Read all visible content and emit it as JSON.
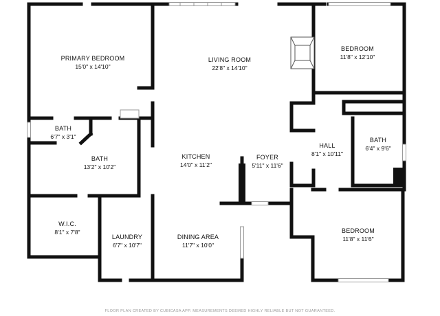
{
  "rooms": {
    "primary_bedroom": {
      "name": "PRIMARY BEDROOM",
      "dims": "15'0\" x 14'10\""
    },
    "living_room": {
      "name": "LIVING ROOM",
      "dims": "22'8\" x 14'10\""
    },
    "bedroom_1": {
      "name": "BEDROOM",
      "dims": "11'8\" x 12'10\""
    },
    "bath_small": {
      "name": "BATH",
      "dims": "6'7\" x 3'1\""
    },
    "bath_primary": {
      "name": "BATH",
      "dims": "13'2\" x 10'2\""
    },
    "kitchen": {
      "name": "KITCHEN",
      "dims": "14'0\" x 11'2\""
    },
    "foyer": {
      "name": "FOYER",
      "dims": "5'11\" x 11'6\""
    },
    "hall": {
      "name": "HALL",
      "dims": "8'1\" x 10'11\""
    },
    "bath_hall": {
      "name": "BATH",
      "dims": "6'4\" x 9'6\""
    },
    "wic": {
      "name": "W.I.C.",
      "dims": "8'1\" x 7'8\""
    },
    "laundry": {
      "name": "LAUNDRY",
      "dims": "6'7\" x 10'7\""
    },
    "dining_area": {
      "name": "DINING AREA",
      "dims": "11'7\" x 10'0\""
    },
    "bedroom_2": {
      "name": "BEDROOM",
      "dims": "11'8\" x 11'6\""
    }
  },
  "disclaimer": "FLOOR PLAN CREATED BY CUBICASA APP. MEASUREMENTS DEEMED HIGHLY RELIABLE BUT NOT GUARANTEED.",
  "colors": {
    "wall": "#111111",
    "window": "#9a9a9a",
    "fireplace": "#555555",
    "label": "#111111",
    "disclaimer": "#9a9a9a"
  }
}
